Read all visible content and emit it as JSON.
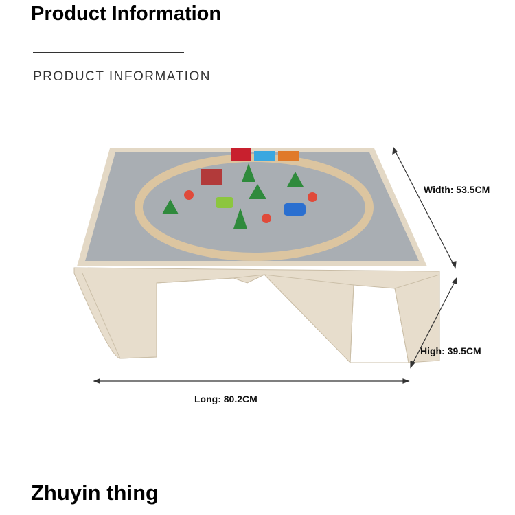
{
  "header": {
    "title": "Product Information",
    "subtitle": "PRODUCT INFORMATION"
  },
  "dimensions": {
    "width": "Width: 53.5CM",
    "height": "High: 39.5CM",
    "length": "Long: 80.2CM"
  },
  "footer": {
    "brand": "Zhuyin thing"
  },
  "colors": {
    "wood": "#e6dccb",
    "plate": "#a9aeb3",
    "track": "#dcc5a0"
  }
}
